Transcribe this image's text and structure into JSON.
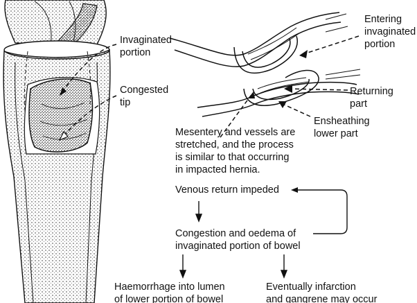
{
  "labels": {
    "invaginated_portion": "Invaginated\nportion",
    "congested_tip": "Congested\ntip",
    "entering_invaginated_portion": "Entering\ninvaginated\nportion",
    "returning_part": "Returning\npart",
    "ensheathing_lower_part": "Ensheathing\nlower part",
    "mesentery_note": "Mesentery and vessels are\nstretched, and the process\nis similar to that occurring\nin impacted hernia."
  },
  "flowchart": {
    "venous_return": "Venous return impeded",
    "congestion": "Congestion and oedema of\ninvaginated portion of bowel",
    "haemorrhage": "Haemorrhage into lumen\nof lower portion of bowel",
    "infarction": "Eventually infarction\nand gangrene may occur"
  }
}
